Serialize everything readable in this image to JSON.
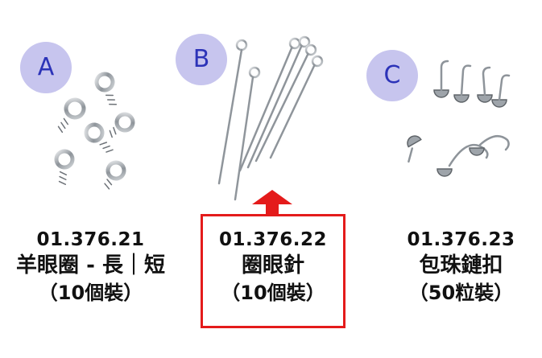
{
  "products": [
    {
      "badge": "A",
      "code": "01.376.21",
      "name": "羊眼圈 - 長｜短",
      "qty": "（10個裝）"
    },
    {
      "badge": "B",
      "code": "01.376.22",
      "name": "圈眼針",
      "qty": "（10個裝）"
    },
    {
      "badge": "C",
      "code": "01.376.23",
      "name": "包珠鏈扣",
      "qty": "（50粒裝）"
    }
  ],
  "colors": {
    "badge_fill": "#c7c5ee",
    "badge_text": "#2c33b8",
    "highlight": "#e41b1b",
    "metal": "#9aa0a6"
  },
  "icons": {
    "highlight_arrow": "arrow-up-icon"
  }
}
